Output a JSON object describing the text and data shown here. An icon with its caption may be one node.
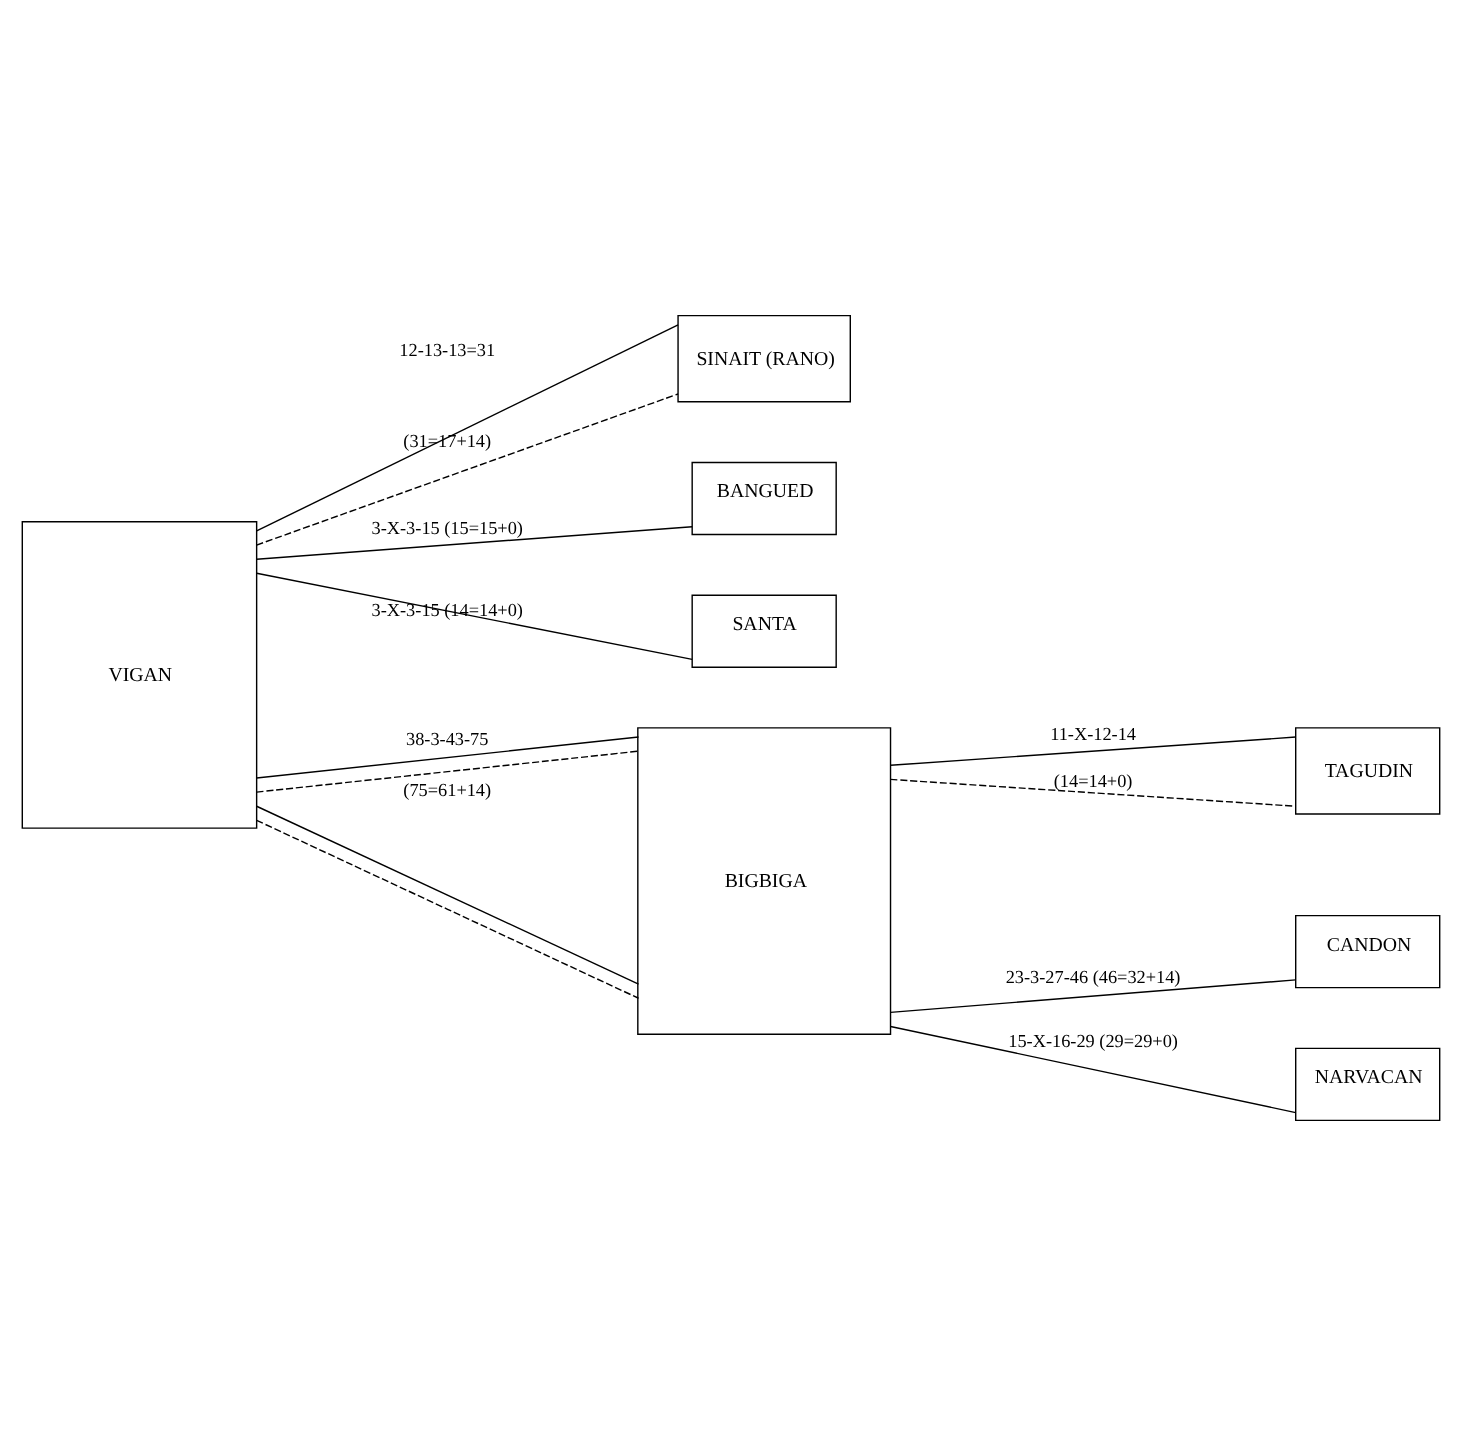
{
  "diagram": {
    "nodes": [
      {
        "text": [
          "VIGAN"
        ]
      },
      {
        "text": [
          "SINAIT (RANO)"
        ]
      },
      {
        "text": [
          "BANGUED"
        ]
      },
      {
        "text": [
          "SANTA"
        ]
      },
      {
        "text": [
          "BIGBIGA"
        ]
      },
      {
        "text": [
          "TAGUDIN"
        ]
      },
      {
        "text": [
          "CANDON"
        ]
      },
      {
        "text": [
          "NARVACAN"
        ]
      }
    ],
    "edges": [
      {
        "from": 0,
        "to": 1,
        "arrow": "none",
        "label": "12-13-13=31"
      },
      {
        "from": 0,
        "to": 1,
        "arrow": "none",
        "style": "dashed",
        "label": "(31=17+14)"
      },
      {
        "from": 0,
        "to": 2,
        "arrow": "none",
        "label": "3-X-3-15 (15=15+0)"
      },
      {
        "from": 0,
        "to": 3,
        "arrow": "none",
        "label": "3-X-3-15 (14=14+0)"
      },
      {
        "from": 0,
        "to": 4,
        "arrow": "none",
        "label": "38-3-43-75"
      },
      {
        "from": 0,
        "to": 4,
        "arrow": "none",
        "style": "dashed",
        "label": "(75=61+14)"
      },
      {
        "from": 4,
        "to": 5,
        "arrow": "none",
        "label": "11-X-12-14"
      },
      {
        "from": 4,
        "to": 5,
        "arrow": "none",
        "style": "dashed",
        "label": "(14=14+0)"
      },
      {
        "from": 0,
        "to": 4,
        "arrow": "none"
      },
      {
        "from": 0,
        "to": 4,
        "arrow": "none",
        "style": "dashed"
      },
      {
        "from": 4,
        "to": 6,
        "arrow": "none",
        "label": "23-3-27-46 (46=32+14)"
      },
      {
        "from": 4,
        "to": 7,
        "arrow": "none",
        "label": "15-X-16-29 (29=29+0)"
      }
    ]
  }
}
